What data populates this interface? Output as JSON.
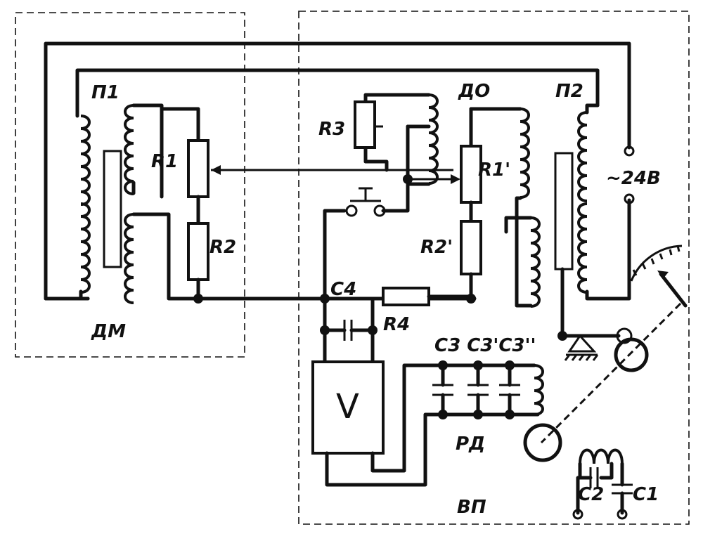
{
  "labels": {
    "p1": "П1",
    "r1": "R1",
    "r2": "R2",
    "dm": "ДМ",
    "r3": "R3",
    "do": "ДО",
    "p2": "П2",
    "r1_prime": "R1'",
    "r2_prime": "R2'",
    "supply": "~24В",
    "c4": "C4",
    "r4": "R4",
    "c3_bank": "С3 С3'С3''",
    "v": "V",
    "rd": "РД",
    "vp": "ВП",
    "c2": "С2",
    "c1": "С1"
  }
}
